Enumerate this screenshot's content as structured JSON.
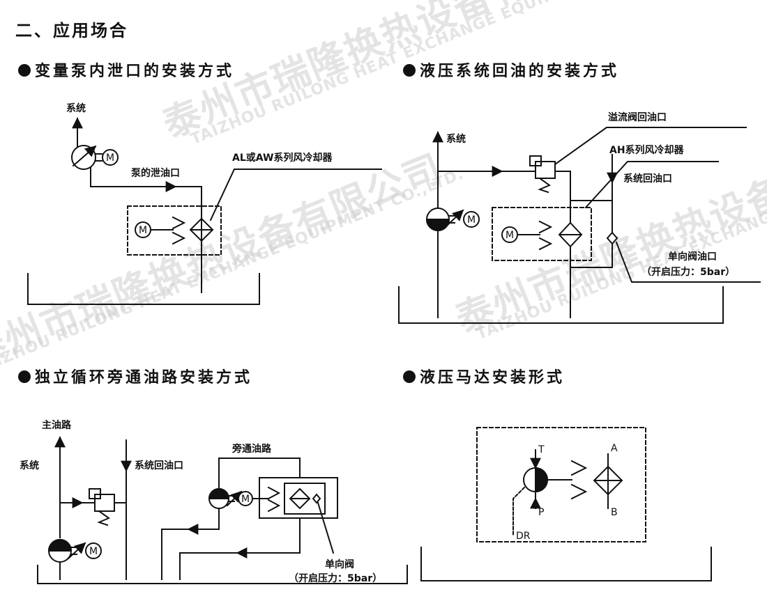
{
  "page": {
    "title": "二、应用场合"
  },
  "sections": [
    {
      "heading": "变量泵内泄口的安装方式",
      "labels": {
        "system": "系统",
        "pump_drain": "泵的泄油口",
        "cooler": "AL或AW系列风冷却器"
      }
    },
    {
      "heading": "液压系统回油的安装方式",
      "labels": {
        "system": "系统",
        "relief_return": "溢流阀回油口",
        "cooler": "AH系列风冷却器",
        "system_return": "系统回油口",
        "check_valve": "单向阀油口",
        "check_pressure": "（开启压力：5bar）"
      }
    },
    {
      "heading": "独立循环旁通油路安装方式",
      "labels": {
        "main_line": "主油路",
        "system": "系统",
        "system_return": "系统回油口",
        "bypass": "旁通油路",
        "check_valve": "单向阀",
        "check_pressure": "（开启压力：5bar）"
      }
    },
    {
      "heading": "液压马达安装形式",
      "labels": {
        "port_t": "T",
        "port_p": "P",
        "port_a": "A",
        "port_b": "B",
        "port_dr": "DR"
      }
    }
  ],
  "motor_symbol": "M",
  "watermarks": {
    "company_cn": "泰州市瑞隆换热设备有限公司",
    "company_en": "TAIZHOU RUILONG HEAT EXCHANGE EQUIPMENT CO.,LTD."
  }
}
